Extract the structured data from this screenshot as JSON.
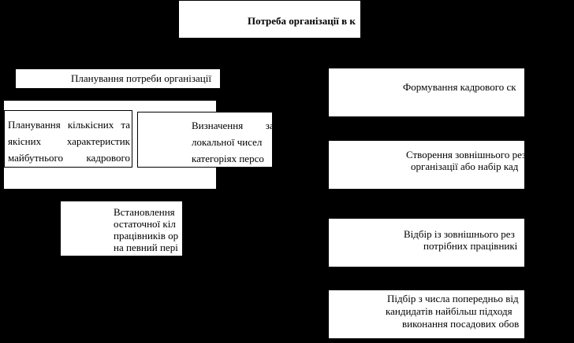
{
  "header": {
    "title": "Потреба організації в к"
  },
  "left": {
    "planning_title": "Планування потреби організації",
    "qual": {
      "line1": [
        "Планування",
        "кількісних",
        "та"
      ],
      "line2": [
        "якісних",
        "характеристик"
      ],
      "line3": [
        "майбутнього",
        "кадрового"
      ]
    },
    "num": {
      "line1": [
        "Визначення",
        "заг"
      ],
      "line2": "локальної чисел",
      "line3": "категоріях персо"
    },
    "remain": {
      "line1": "Встановлення",
      "line2": "остаточної кіл",
      "line3": "працівників ор",
      "line4": "на певний пері"
    }
  },
  "right": {
    "formation": "Формування кадрового ск",
    "reserve": {
      "line1": "Створення зовнішнього резер",
      "line2": "організації або набір кад"
    },
    "selection": {
      "line1": "Відбір із зовнішнього рез",
      "line2": "потрібних працівникі"
    },
    "choice": {
      "line1": "Підбір з числа попередньо від",
      "line2": "кандидатів найбільш підходя",
      "line3": "виконання посадових обов"
    }
  }
}
